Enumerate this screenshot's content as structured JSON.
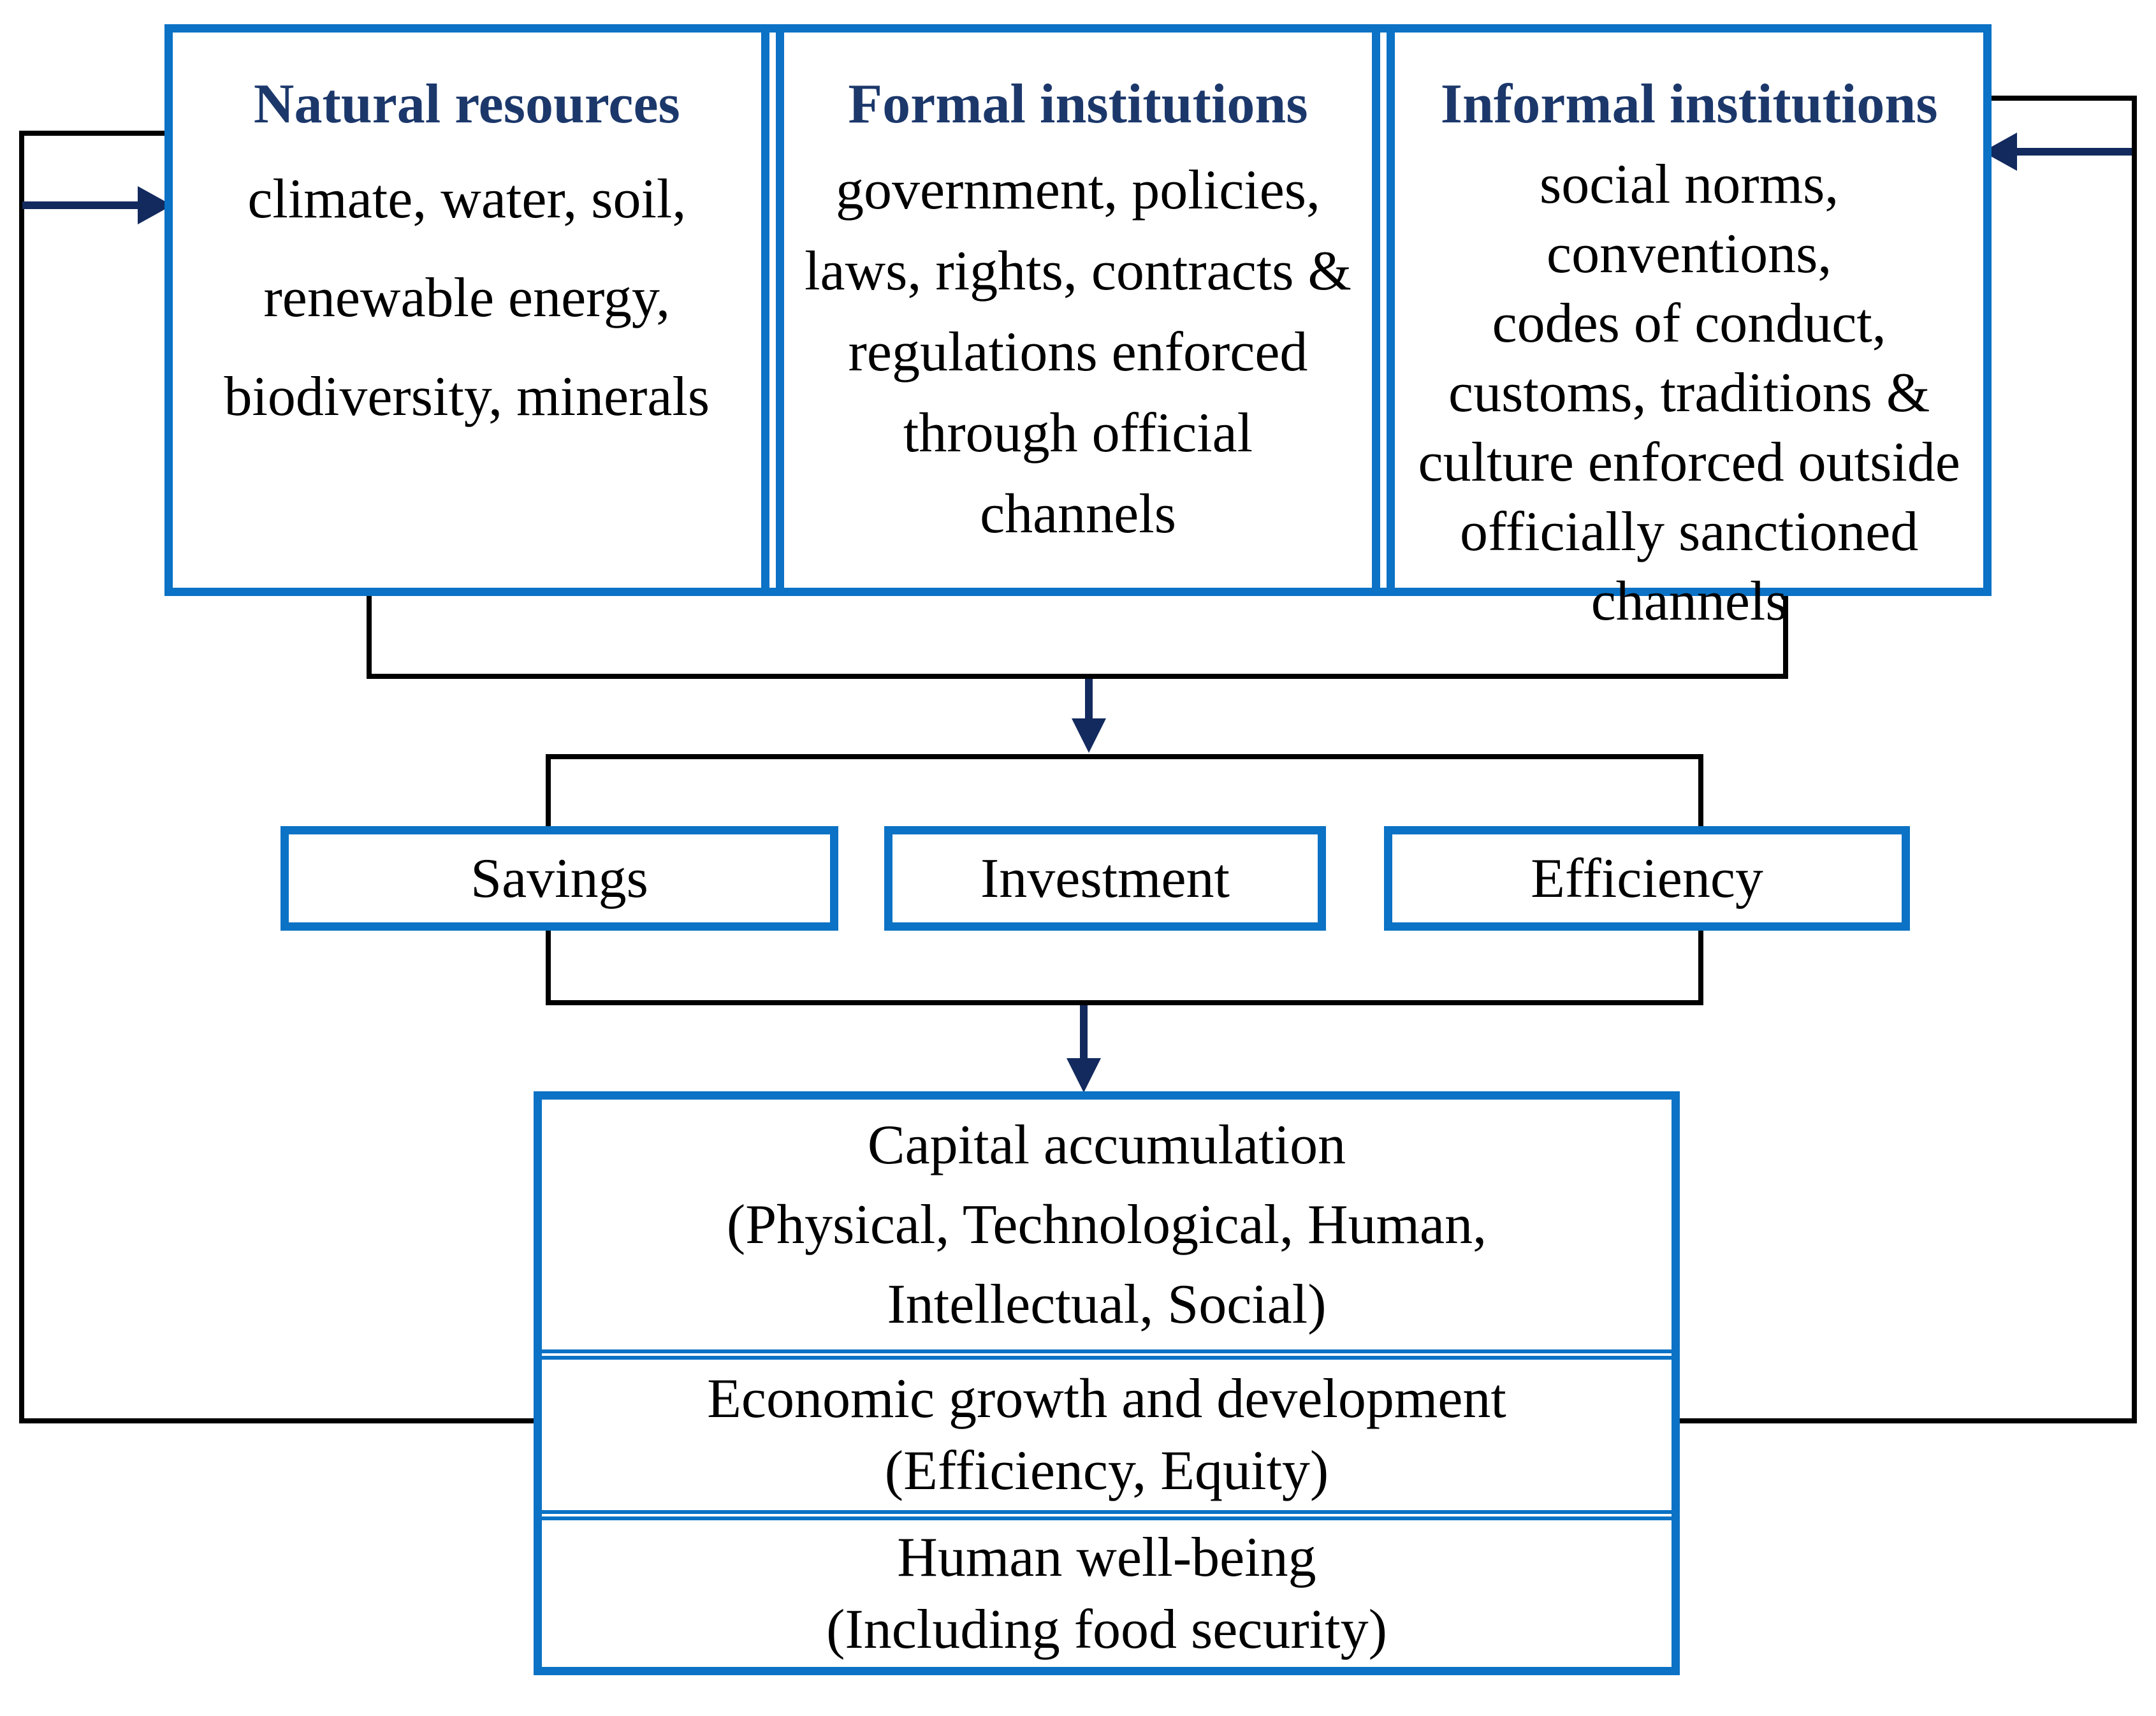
{
  "colors": {
    "accent_blue": "#0b72c5",
    "arrow_navy": "#122a5e",
    "title_navy": "#1c386b",
    "line_black": "#000000"
  },
  "top_row": {
    "boxes": [
      {
        "title": "Natural resources",
        "body": [
          "climate, water, soil,",
          "renewable energy,",
          "biodiversity, minerals"
        ]
      },
      {
        "title": "Formal institutions",
        "body": [
          "government, policies,",
          "laws, rights, contracts &",
          "regulations enforced",
          "through official",
          "channels"
        ]
      },
      {
        "title": "Informal institutions",
        "body": [
          "social norms, conventions,",
          "codes of conduct,",
          "customs, traditions &",
          "culture enforced outside",
          "officially sanctioned",
          "channels"
        ]
      }
    ]
  },
  "middle_row": {
    "boxes": [
      {
        "label": "Savings"
      },
      {
        "label": "Investment"
      },
      {
        "label": "Efficiency"
      }
    ]
  },
  "bottom_box": {
    "sections": [
      {
        "lines": [
          "Capital accumulation",
          "(Physical, Technological, Human,",
          "Intellectual, Social)"
        ]
      },
      {
        "lines": [
          "Economic growth and development",
          "(Efficiency, Equity)"
        ]
      },
      {
        "lines": [
          "Human well-being",
          "(Including food security)"
        ]
      }
    ]
  }
}
